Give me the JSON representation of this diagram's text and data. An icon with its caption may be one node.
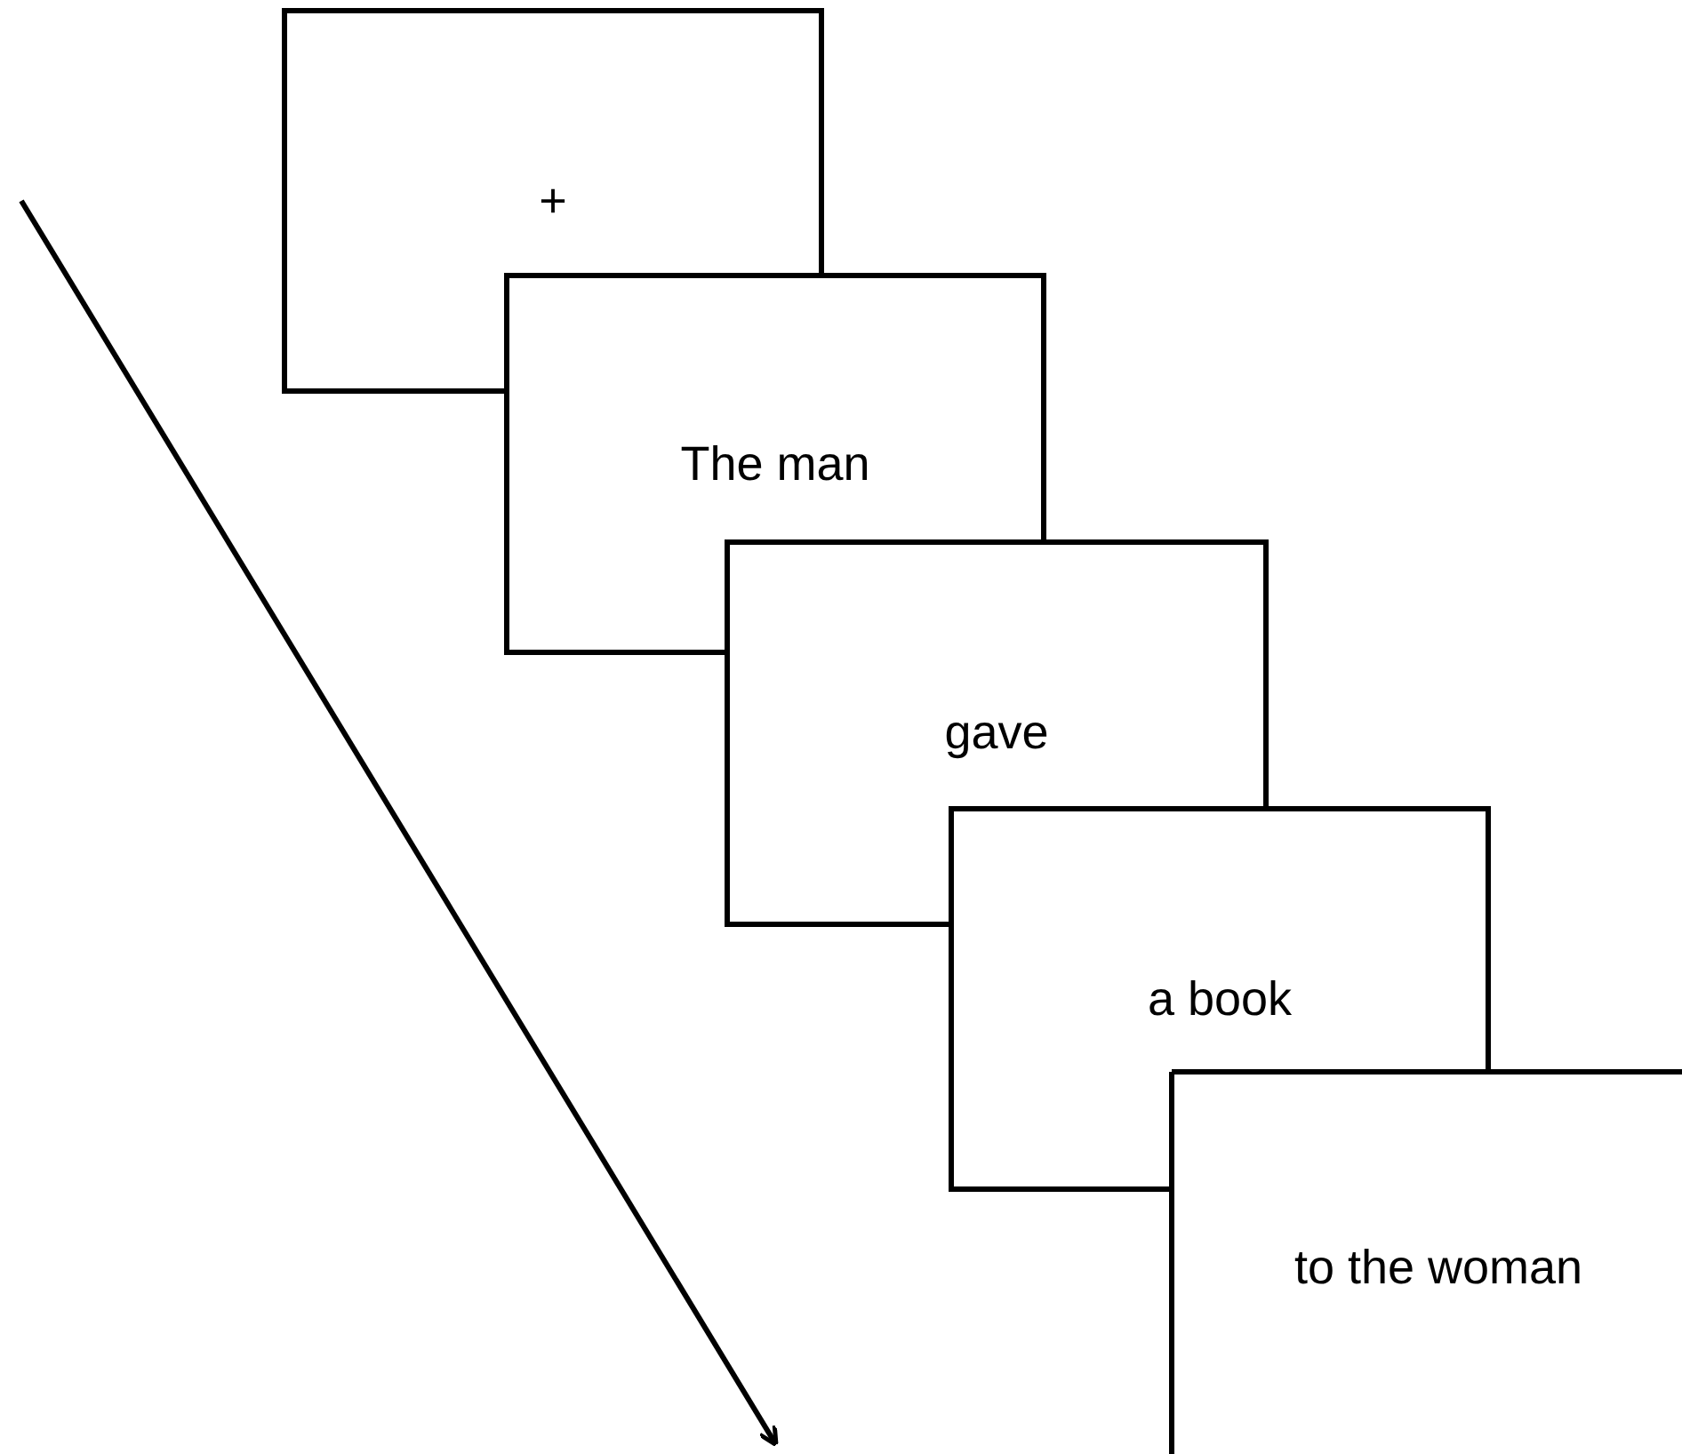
{
  "diagram": {
    "nodes": [
      {
        "text": [
          "+"
        ]
      },
      {
        "text": [
          "The man"
        ]
      },
      {
        "text": [
          "gave"
        ]
      },
      {
        "text": [
          "a book"
        ]
      },
      {
        "text": [
          "to the woman"
        ]
      }
    ]
  }
}
